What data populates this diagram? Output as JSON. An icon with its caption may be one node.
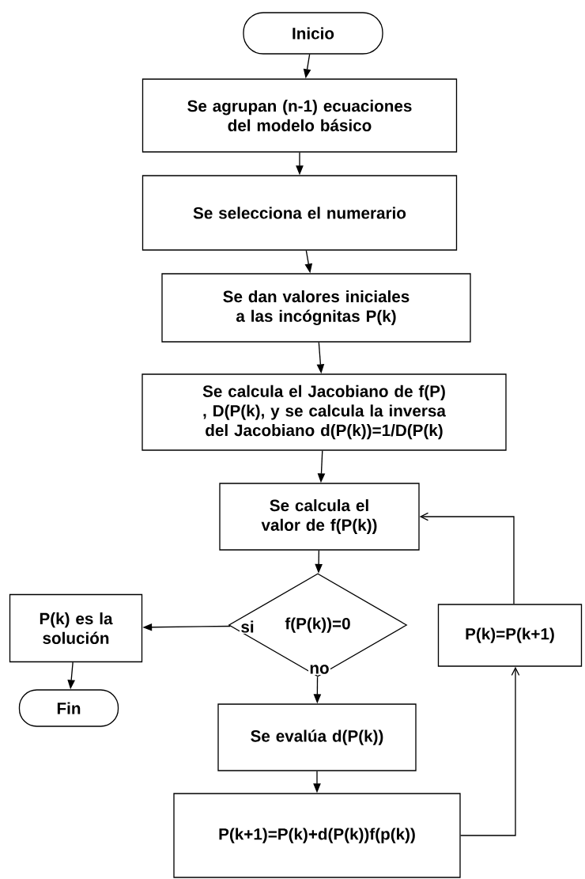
{
  "diagram": {
    "nodes": [
      {
        "text": [
          "Inicio"
        ]
      },
      {
        "text": [
          "Se agrupan (n-1) ecuaciones del modelo básico"
        ]
      },
      {
        "text": [
          "Se selecciona el numerario"
        ]
      },
      {
        "text": [
          "Se dan valores iniciales a las incógnitas P(k)"
        ]
      },
      {
        "text": [
          "Se calcula  el Jacobiano de f(P) , D(P(k), y se calcula la inversa del Jacobiano d(P(k))=1/D(P(k)"
        ]
      },
      {
        "text": [
          "Se calcula el valor de f(P(k))"
        ]
      },
      {
        "text": [
          "f(P(k))=0"
        ]
      },
      {
        "text": [
          "P(k) es la solución"
        ]
      },
      {
        "text": [
          "Fin"
        ]
      },
      {
        "text": [
          "Se evalúa d(P(k))"
        ]
      },
      {
        "text": [
          "P(k+1)=P(k)+d(P(k))f(p(k))"
        ]
      },
      {
        "text": [
          "P(k)=P(k+1)"
        ]
      }
    ],
    "edges": [
      {
        "from": 0,
        "to": 1,
        "arrow": "to"
      },
      {
        "from": 1,
        "to": 2,
        "arrow": "to"
      },
      {
        "from": 2,
        "to": 3,
        "arrow": "to"
      },
      {
        "from": 3,
        "to": 4,
        "arrow": "to"
      },
      {
        "from": 4,
        "to": 5,
        "arrow": "to"
      },
      {
        "from": 5,
        "to": 6,
        "arrow": "to"
      },
      {
        "from": 6,
        "to": 7,
        "arrow": "to",
        "label": "si"
      },
      {
        "from": 6,
        "to": 9,
        "arrow": "to",
        "label": "no"
      },
      {
        "from": 7,
        "to": 8,
        "arrow": "to"
      },
      {
        "from": 9,
        "to": 10,
        "arrow": "to"
      },
      {
        "from": 10,
        "to": 11,
        "arrow": "to"
      },
      {
        "from": 11,
        "to": 5,
        "arrow": "to"
      }
    ]
  }
}
